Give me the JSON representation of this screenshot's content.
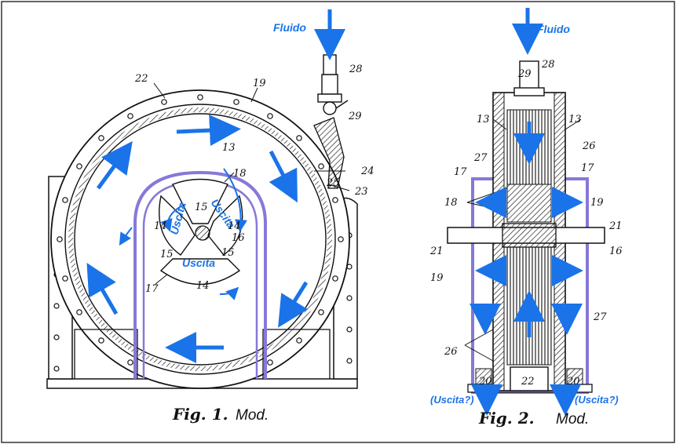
{
  "colors": {
    "flow_arrow": "#1a73e8",
    "purple_line": "#8878d8",
    "ink": "#111111",
    "frame_border": "#333333"
  },
  "labels": {
    "fluido_1": "Fluido",
    "fluido_2": "Fluido",
    "uscita_left": "Uscita",
    "uscita_right": "Uscita",
    "uscita_bottom": "Uscita",
    "uscita_q_left": "(Uscita?)",
    "uscita_q_right": "(Uscita?)"
  },
  "fig1": {
    "caption_fig": "Fig. 1.",
    "caption_mod": "Mod.",
    "numbers": {
      "n28": "28",
      "n29": "29",
      "n22": "22",
      "n19": "19",
      "n13": "13",
      "n18": "18",
      "n24": "24",
      "n25": "25",
      "n23": "23",
      "n15a": "15",
      "n15b": "15",
      "n15c": "15",
      "n14a": "14",
      "n14b": "14",
      "n14c": "14",
      "n16": "16",
      "n17": "17"
    }
  },
  "fig2": {
    "caption_fig": "Fig. 2.",
    "caption_mod": "Mod.",
    "numbers": {
      "n29": "29",
      "n28": "28",
      "n13a": "13",
      "n13b": "13",
      "n26a": "26",
      "n27a": "27",
      "n17a": "17",
      "n17b": "17",
      "n18": "18",
      "n19a": "19",
      "n21a": "21",
      "n21b": "21",
      "n16": "16",
      "n19b": "19",
      "n27b": "27",
      "n26b": "26",
      "n20a": "20",
      "n22": "22",
      "n20b": "20"
    }
  }
}
